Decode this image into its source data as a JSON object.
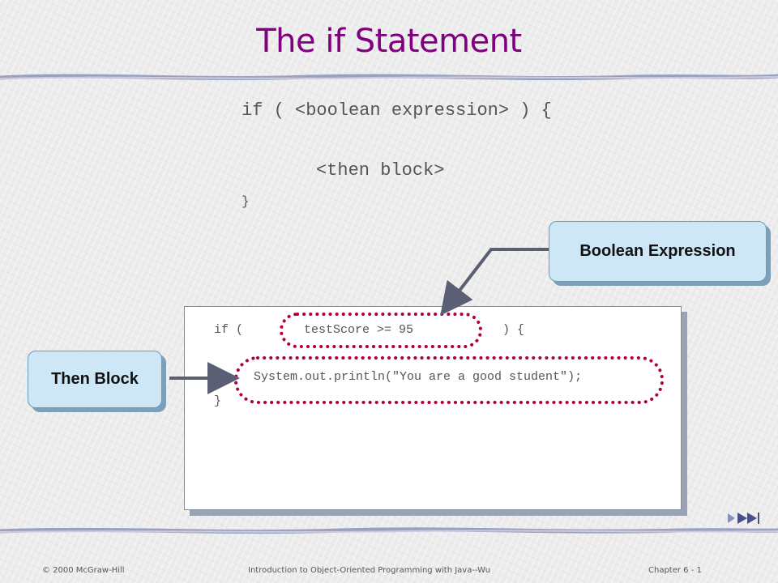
{
  "slide": {
    "title": "The  if Statement",
    "syntax": {
      "if_line": "if ( <boolean expression> ) {",
      "then_line": "<then block>",
      "close_line": "}"
    },
    "example": {
      "if_keyword": "if (",
      "condition": "testScore >= 95",
      "paren_close": ") {",
      "then_statement": "System.out.println(\"You are a good student\");",
      "close_brace": "}"
    },
    "callouts": {
      "boolean_expression": "Boolean Expression",
      "then_block": "Then Block"
    },
    "colors": {
      "title": "#800080",
      "highlight_dots": "#b0003a",
      "callout_fill": "#cde7f7",
      "arrow": "#5a5f73"
    },
    "icons": {
      "nav": "forward-arrows-icon"
    }
  },
  "footer": {
    "copyright": "© 2000 McGraw-Hill",
    "book": "Introduction to Object-Oriented Programming with Java--Wu",
    "chapter": "Chapter 6 - 1"
  }
}
